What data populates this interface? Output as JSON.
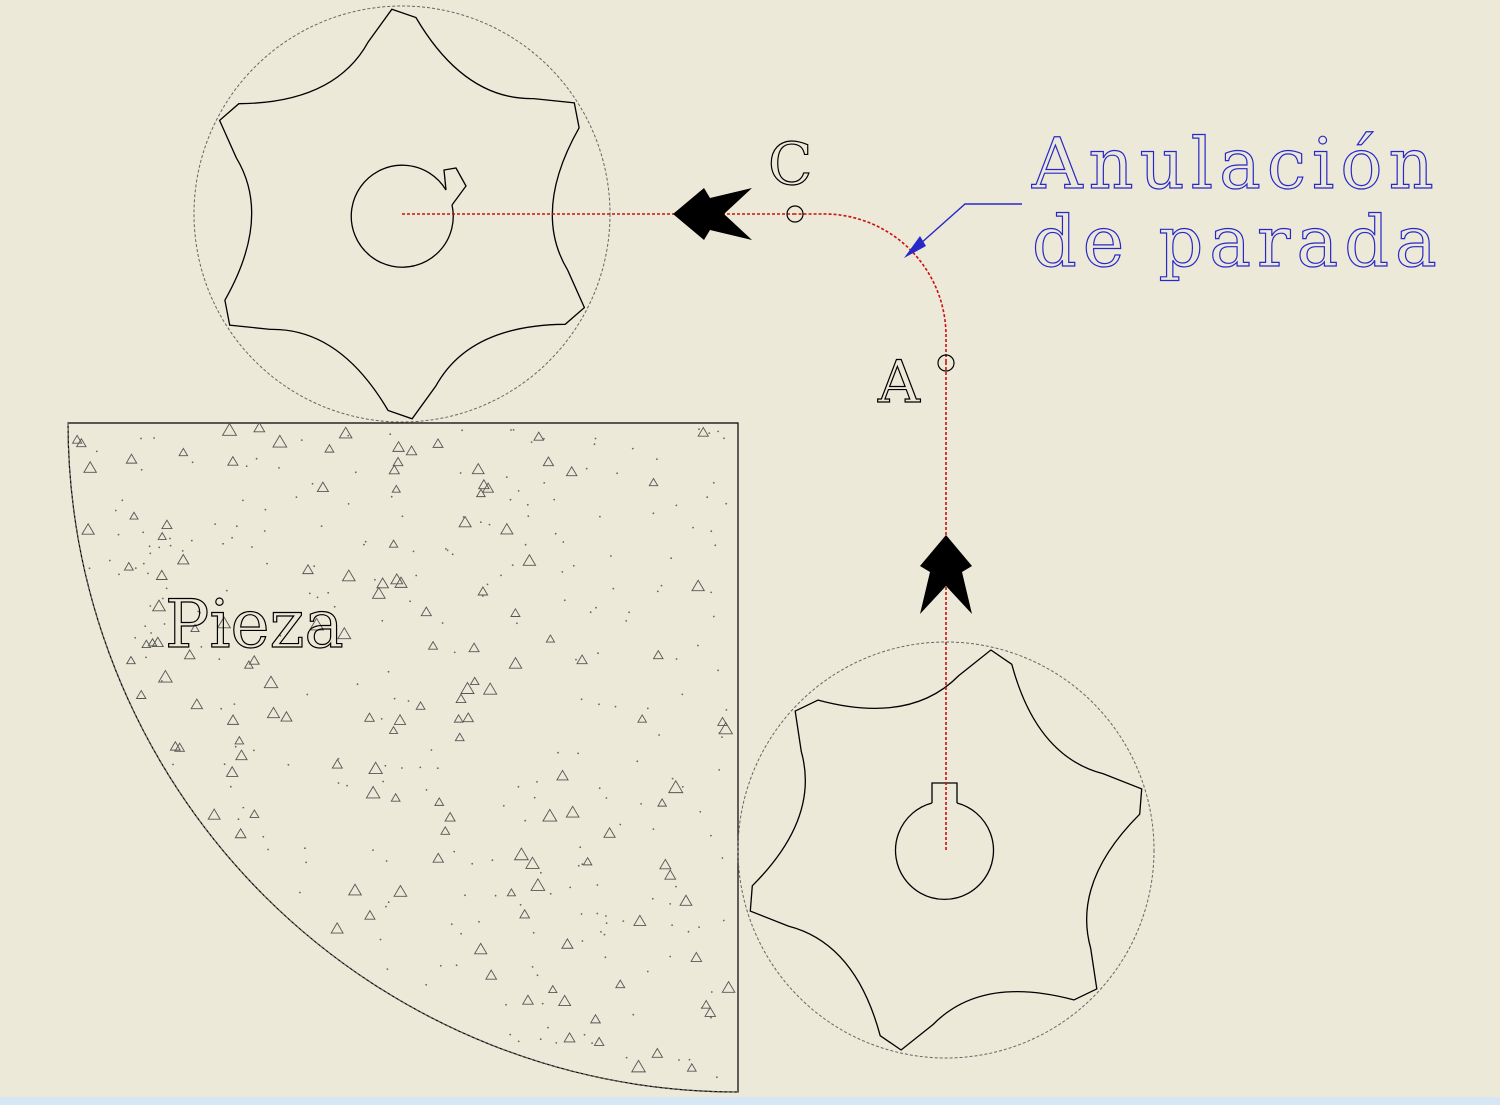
{
  "labels": {
    "part": "Pieza",
    "point_a": "A",
    "point_c": "C",
    "annotation_line1": "Anulación",
    "annotation_line2": "de parada"
  },
  "colors": {
    "background": "#ECE9D8",
    "geometry": "#000000",
    "toolpath": "#CC1010",
    "annotation": "#2828C8",
    "hatch": "#555555",
    "construction": "#666666"
  }
}
